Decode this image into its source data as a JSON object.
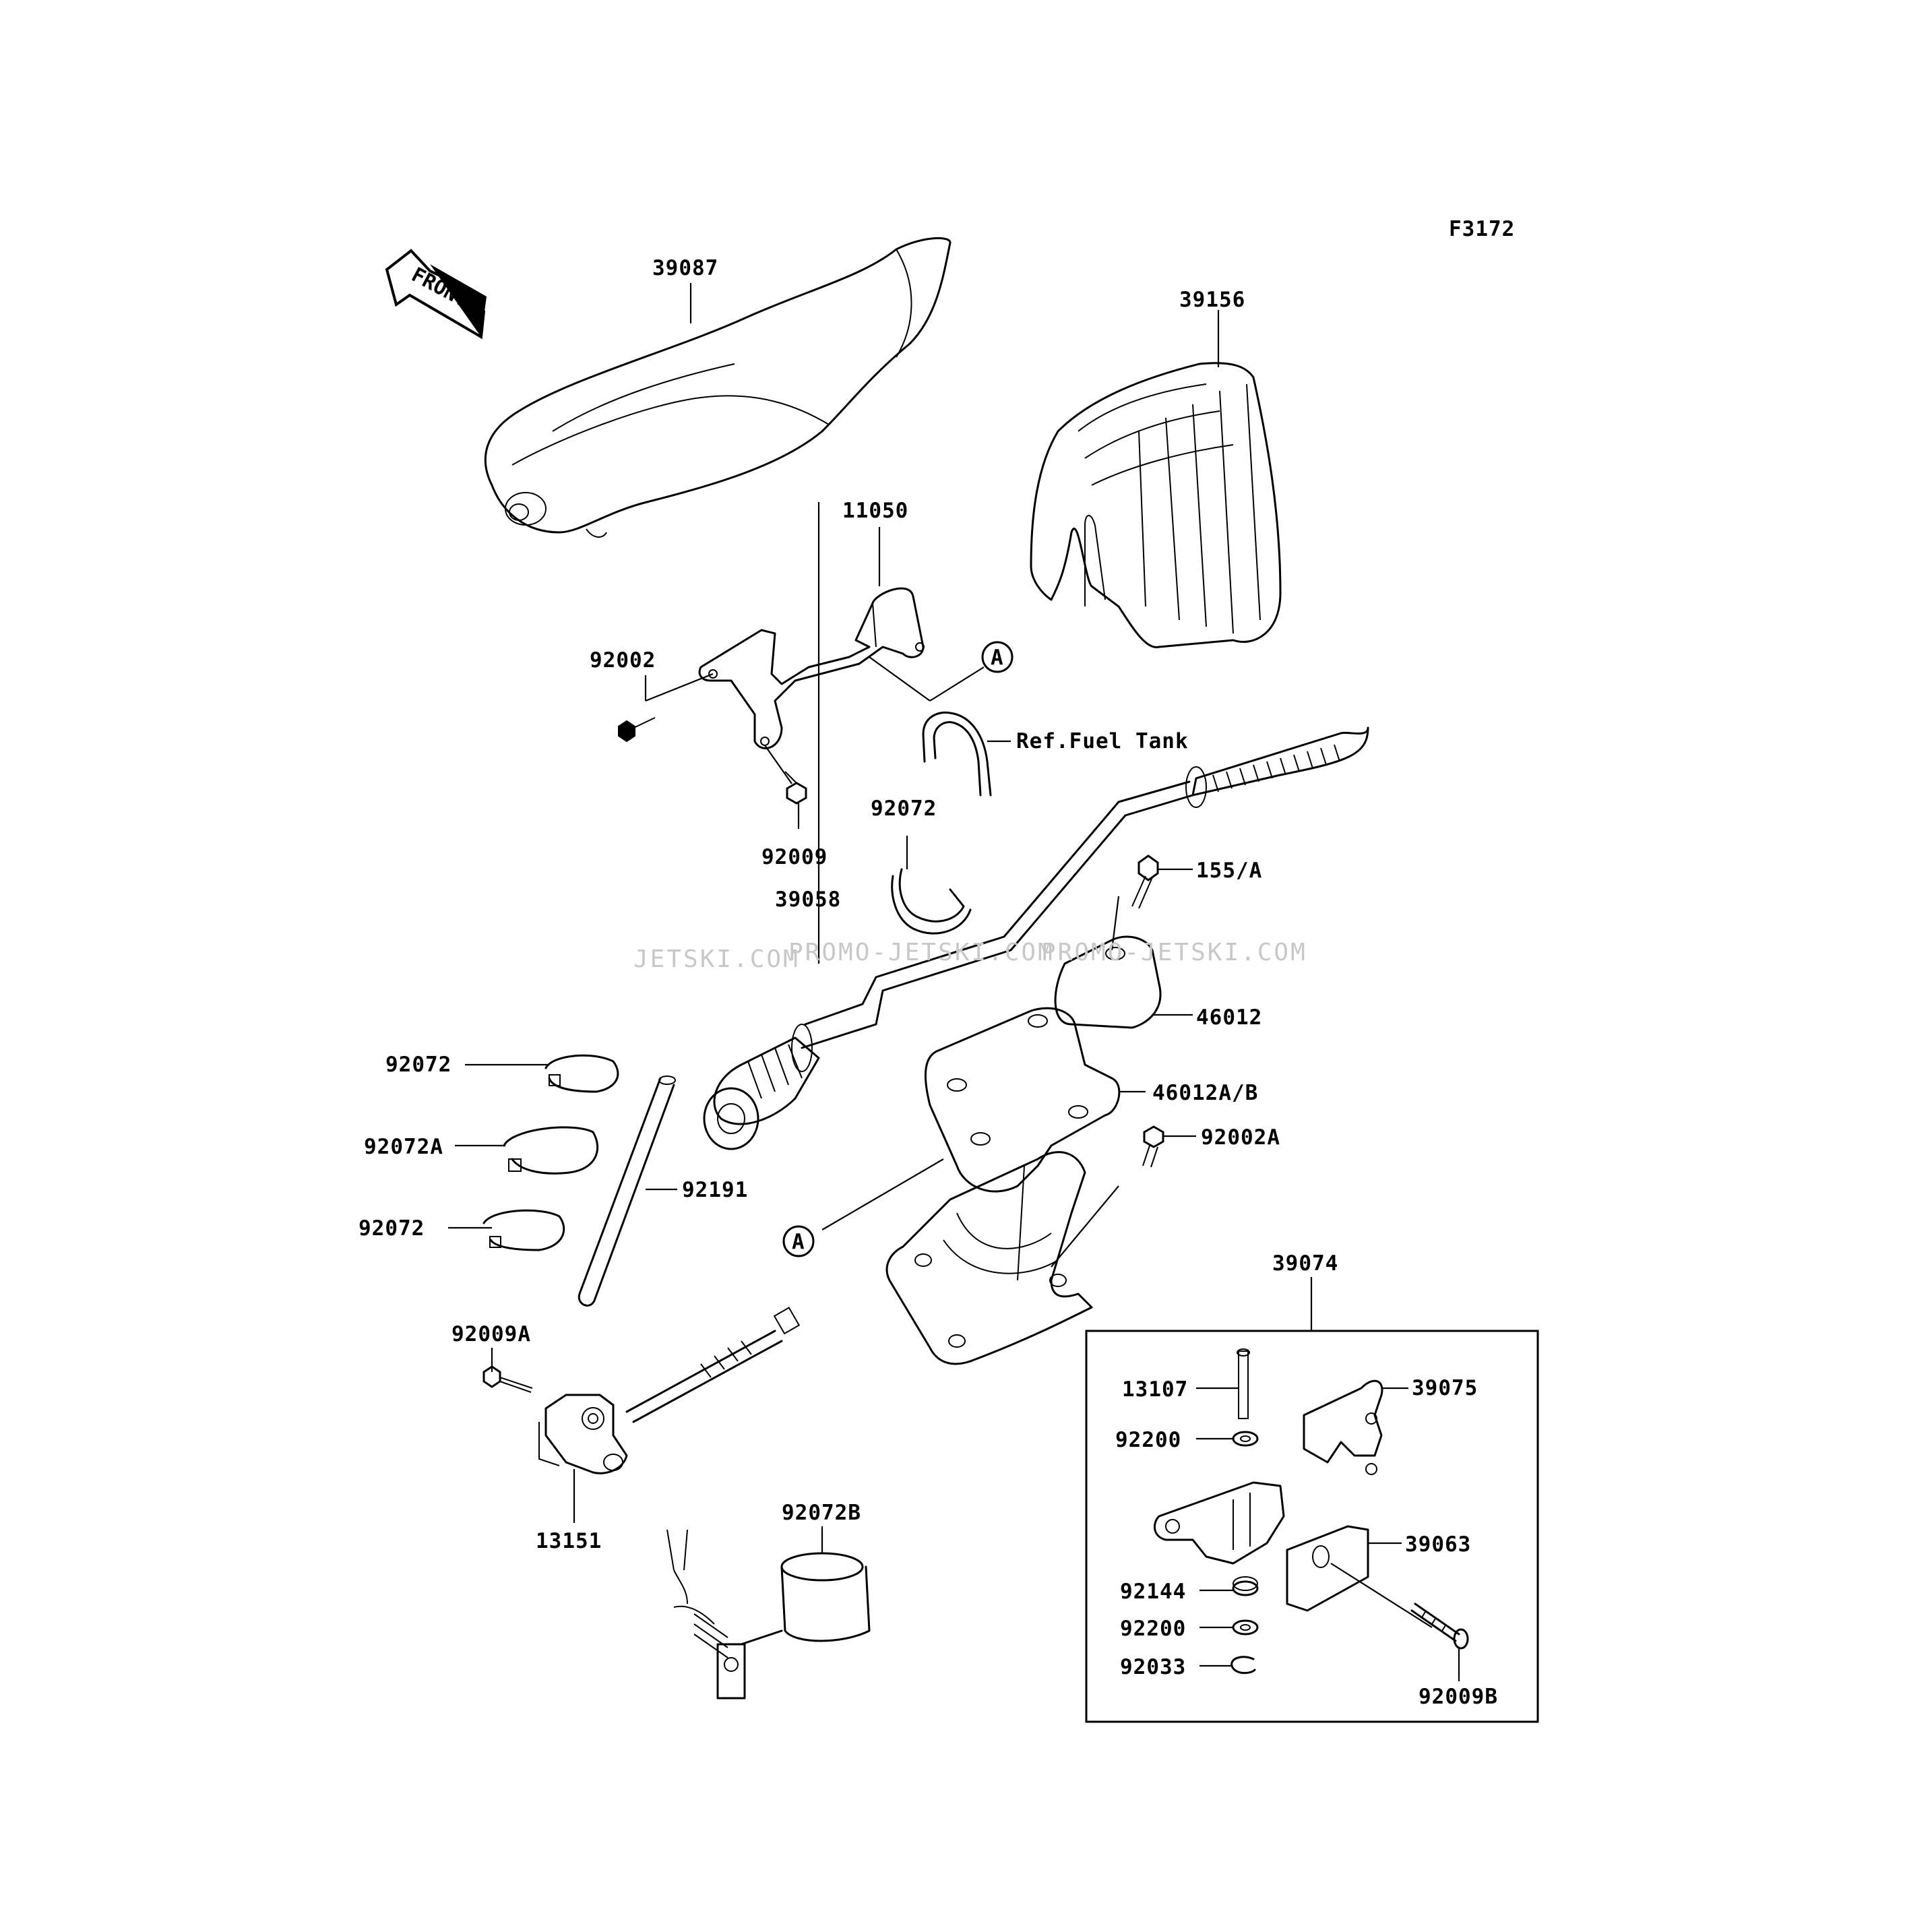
{
  "figure_code": "F3172",
  "front_label": "FRONT",
  "watermarks": [
    "JETSKI.COM",
    "PROMO-JETSKI.COM",
    "PROMO-JETSKI.COM"
  ],
  "callout_letter": "A",
  "reference_note": "Ref.Fuel Tank",
  "parts": {
    "p39087": "39087",
    "p39156": "39156",
    "p11050": "11050",
    "p92002": "92002",
    "p92009": "92009",
    "p92072_top": "92072",
    "p155A": "155/A",
    "p39058": "39058",
    "p46012": "46012",
    "p46012AB": "46012A/B",
    "p92002A": "92002A",
    "p92072_a": "92072",
    "p92072A": "92072A",
    "p92072_b": "92072",
    "p92191": "92191",
    "p92009A": "92009A",
    "p13151": "13151",
    "p92072B": "92072B",
    "p39074": "39074",
    "p13107": "13107",
    "p39075": "39075",
    "p92200_a": "92200",
    "p39063": "39063",
    "p92144": "92144",
    "p92200_b": "92200",
    "p92033": "92033",
    "p92009B": "92009B"
  }
}
